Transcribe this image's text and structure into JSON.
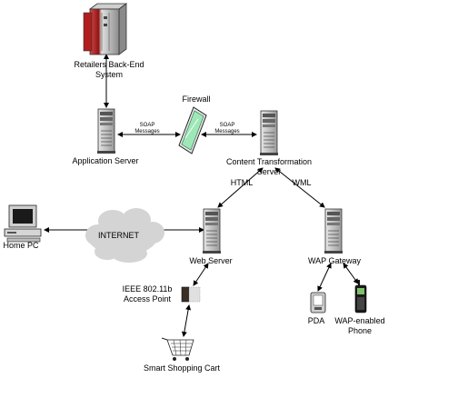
{
  "nodes": {
    "backend": "Retailers Back-End\nSystem",
    "app_server": "Application Server",
    "firewall": "Firewall",
    "cts": "Content Transformation\nServer",
    "web_server": "Web Server",
    "wap_gateway": "WAP Gateway",
    "home_pc": "Home PC",
    "internet": "INTERNET",
    "access_point": "IEEE 802.11b\nAccess Point",
    "pda": "PDA",
    "phone": "WAP-enabled\nPhone",
    "cart": "Smart Shopping Cart"
  },
  "edges": {
    "soap_left": "SOAP\nMessages",
    "soap_right": "SOAP\nMessages",
    "html": "HTML",
    "wml": "WML"
  },
  "icons": {
    "mainframe": "mainframe-icon",
    "server": "server-tower-icon",
    "firewall": "firewall-icon",
    "pc": "desktop-pc-icon",
    "cloud": "cloud-icon",
    "access_point": "access-point-icon",
    "pda": "pda-icon",
    "phone": "cell-phone-icon",
    "cart": "shopping-cart-icon"
  },
  "colors": {
    "mainframe": "#b01e1e",
    "firewall": "#9ee8b8",
    "cloud": "#d4d4d4",
    "server": "#c8c8c8"
  }
}
